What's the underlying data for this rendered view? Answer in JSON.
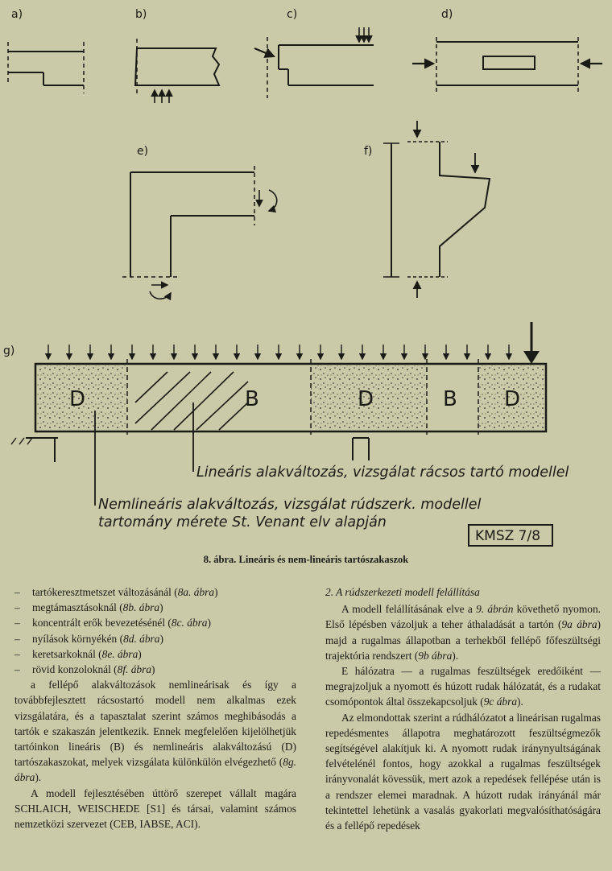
{
  "figure": {
    "panel_labels": [
      "a)",
      "b)",
      "c)",
      "d)",
      "e)",
      "f)",
      "g)"
    ],
    "beam_regions": [
      "D",
      "B",
      "D",
      "B",
      "D"
    ],
    "annotations": {
      "linear": "Lineáris alakváltozás, vizsgálat rácsos tartó modellel",
      "nonlinear_1": "Nemlineáris alakváltozás, vizsgálat rúdszerk. modellel",
      "nonlinear_2": "tartomány mérete St. Venant elv alapján"
    },
    "stamp": "KMSZ 7/8"
  },
  "caption": "8. ábra. Lineáris és nem-lineáris tartószakaszok",
  "left_column": {
    "list": [
      {
        "dash": "–",
        "text": "tartókeresztmetszet változásánál (",
        "ref": "8a. ábra",
        "end": ")"
      },
      {
        "dash": "–",
        "text": "megtámasztásoknál (",
        "ref": "8b. ábra",
        "end": ")"
      },
      {
        "dash": "–",
        "text": "koncentrált erők bevezetésénél (",
        "ref": "8c. ábra",
        "end": ")"
      },
      {
        "dash": "–",
        "text": "nyílások környékén (",
        "ref": "8d. ábra",
        "end": ")"
      },
      {
        "dash": "–",
        "text": "keretsarkoknál (",
        "ref": "8e. ábra",
        "end": ")"
      },
      {
        "dash": "–",
        "text": "rövid konzoloknál (",
        "ref": "8f. ábra",
        "end": ")"
      }
    ],
    "para1": "a fellépő alakváltozások nemlineárisak és így a továbbfejlesztett rácsostartó modell nem alkalmas ezek vizsgálatára, és a tapasztalat szerint számos meghibásodás a tartók e szakaszán jelentkezik. Ennek megfelelően kijelölhetjük tartóinkon lineáris (B) és nemlineáris alakváltozású (D) tartószakaszokat, melyek vizsgálata különkülön elvégezhető (",
    "para1_ref": "8g. ábra",
    "para1_end": ").",
    "para2": "A modell fejlesztésében úttörő szerepet vállalt magára SCHLAICH, WEISCHEDE [S1] és társai, valamint számos nemzetközi szervezet (CEB, IABSE, ACI)."
  },
  "right_column": {
    "heading": "2. A rúdszerkezeti modell felállítása",
    "p1_a": "A modell felállításának elve a ",
    "p1_ref1": "9. ábrán",
    "p1_b": " követhető nyomon. Első lépésben vázoljuk a teher áthaladását a tartón (",
    "p1_ref2": "9a ábra",
    "p1_c": ") majd a rugalmas állapotban a terhekből fellépő főfeszültségi trajektória rendszert (",
    "p1_ref3": "9b ábra",
    "p1_d": ").",
    "p2_a": "E hálózatra — a rugalmas feszültségek eredőiként — megrajzoljuk a nyomott és húzott rudak hálózatát, és a rudakat csomópontok által összekapcsoljuk (",
    "p2_ref": "9c ábra",
    "p2_b": ").",
    "p3": "Az elmondottak szerint a rúdhálózatot a lineárisan rugalmas repedésmentes állapotra meghatározott feszültségmezők segítségével alakítjuk ki. A nyomott rudak iránynyultságának felvételénél fontos, hogy azokkal a rugalmas feszültségek irányvonalát kövessük, mert azok a repedések fellépése után is a rendszer elemei maradnak. A húzott rudak irányánál már tekintettel lehetünk a vasalás gyakorlati megvalósíthatóságára és a fellépő repedések"
  }
}
